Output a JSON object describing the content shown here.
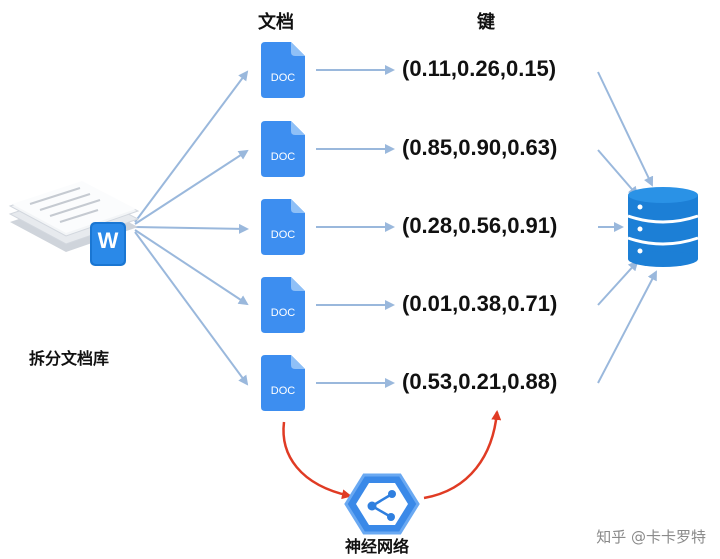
{
  "headers": {
    "documents": "文档",
    "keys": "键"
  },
  "documents": [
    {
      "label": "DOC",
      "key": "(0.11,0.26,0.15)"
    },
    {
      "label": "DOC",
      "key": "(0.85,0.90,0.63)"
    },
    {
      "label": "DOC",
      "key": "(0.28,0.56,0.91)"
    },
    {
      "label": "DOC",
      "key": "(0.01,0.38,0.71)"
    },
    {
      "label": "DOC",
      "key": "(0.53,0.21,0.88)"
    }
  ],
  "source_label": "拆分文档库",
  "source_icon_letter": "W",
  "network_label": "神经网络",
  "watermark": "知乎 @卡卡罗特",
  "colors": {
    "doc_blue": "#3d8ef0",
    "arrow_blue": "#9ab8dc",
    "arrow_red": "#e03b24",
    "db_blue": "#1c7fd6"
  },
  "icons": {
    "source": "stacked-document-icon",
    "doc": "doc-file-icon",
    "network": "neural-network-icon",
    "database": "database-icon"
  }
}
